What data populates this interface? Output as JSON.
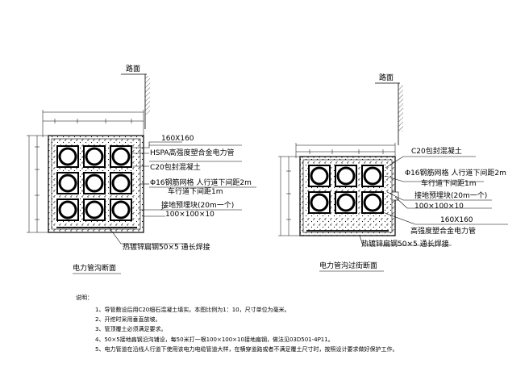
{
  "left": {
    "road_label": "路面",
    "callouts": [
      "160X160",
      "HSPA高强度塑合金电力管",
      "C20包封混凝土",
      "Φ16钢筋网格 人行道下间距2m",
      "车行道下间距1m",
      "接地预埋块(20m一个)",
      "100×100×10",
      "热镀锌扁钢50×5 通长焊接"
    ],
    "caption": "电力管沟断面",
    "pipe_rows": 3,
    "pipe_cols": 3
  },
  "right": {
    "road_label": "路面",
    "callouts": [
      "C20包封混凝土",
      "Φ16钢筋网格 人行道下间距2m",
      "车行道下间距1m",
      "接地预埋块(20m一个)",
      "100×100×10",
      "160X160",
      "高强度塑合金电力管",
      "热镀锌扁钢50×5 通长焊接"
    ],
    "caption": "电力管沟过街断面",
    "pipe_rows": 2,
    "pipe_cols": 3
  },
  "notes": {
    "title": "说明：",
    "items": [
      "1、导管敷设后用C20细石混凝土填实。本图比例为1：10，尺寸单位为毫米。",
      "2、开挖时采用垂直放坡。",
      "3、管顶覆土必须满足要求。",
      "4、50×5接地扁钢沿沟铺设，每50米打一根100×100×10接地扁钢，做法见03D501-4P11。",
      "5、电力管道在沿线人行道下使用该电力电缆管道大样，在横穿道路或者不满足覆土尺寸时，按照设计要求做好保护工作。"
    ]
  }
}
